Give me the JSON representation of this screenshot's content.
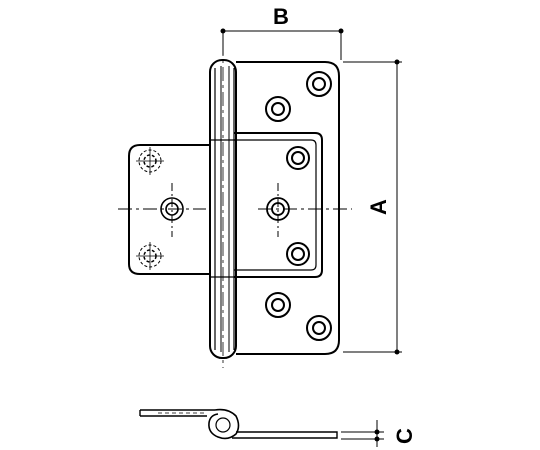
{
  "diagram": {
    "dimensions": {
      "width_label": "B",
      "height_label": "A",
      "thickness_label": "C"
    }
  }
}
